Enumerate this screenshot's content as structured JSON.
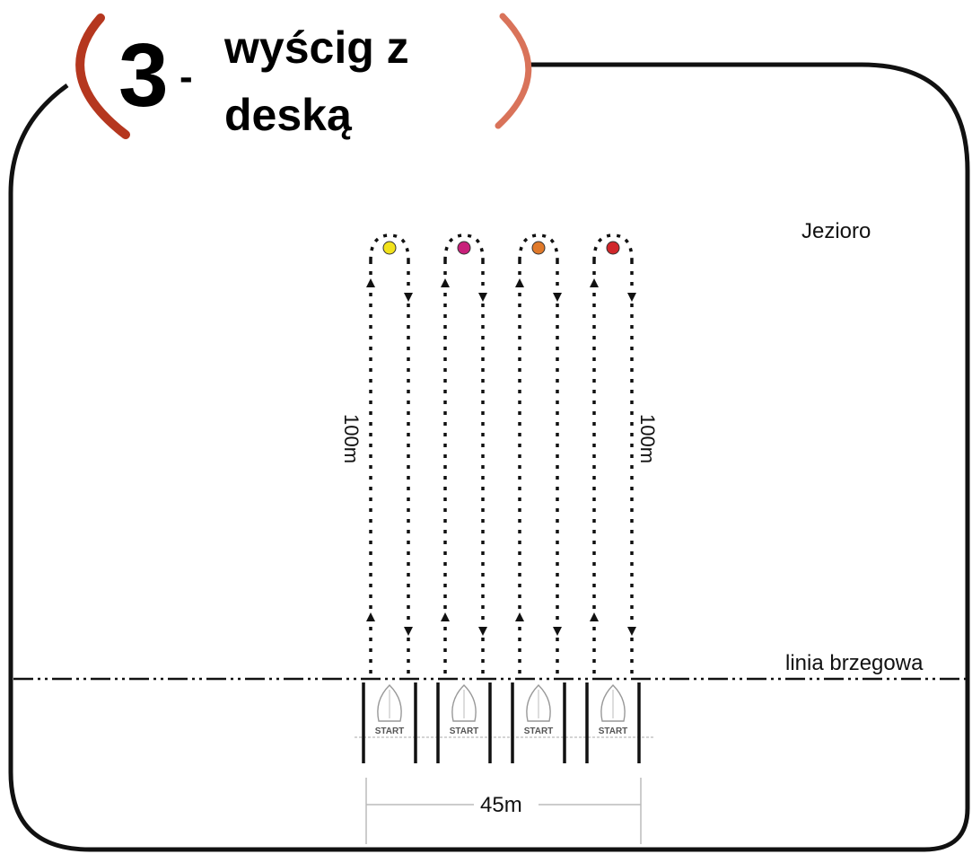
{
  "title": {
    "number": "3",
    "dash": "-",
    "line1": "wyścig z",
    "line2": "deską"
  },
  "labels": {
    "lake": "Jezioro",
    "shoreline": "linia brzegowa",
    "distance_vertical_left": "100m",
    "distance_vertical_right": "100m",
    "distance_horizontal": "45m"
  },
  "lanes": [
    {
      "buoy_color": "#f2e21b",
      "start_label": "START"
    },
    {
      "buoy_color": "#c8207a",
      "start_label": "START"
    },
    {
      "buoy_color": "#e0792a",
      "start_label": "START"
    },
    {
      "buoy_color": "#d0262a",
      "start_label": "START"
    }
  ],
  "colors": {
    "bracket": "#b5371f",
    "frame": "#111111"
  }
}
